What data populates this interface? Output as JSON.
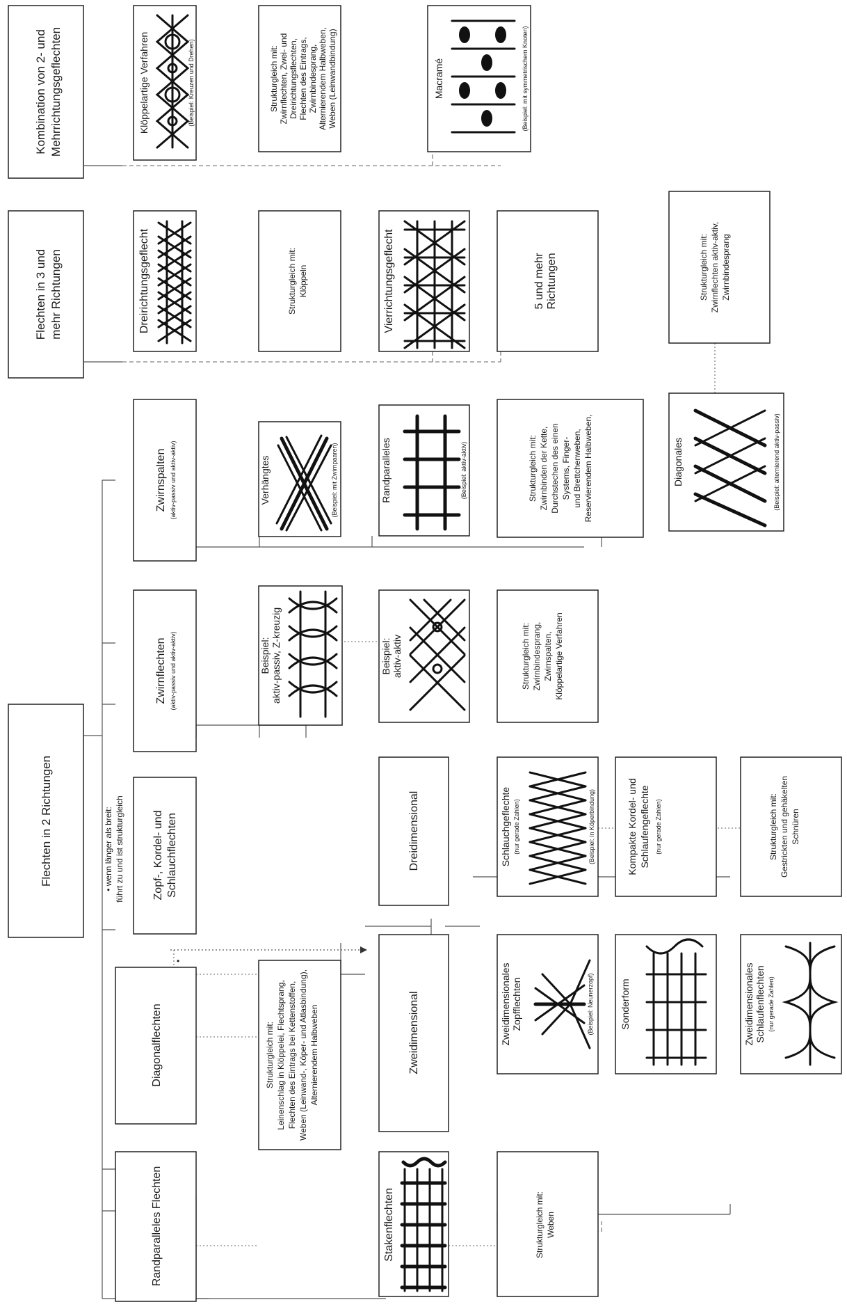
{
  "nodes": {
    "flechten_2": "Flechten in 2 Richtungen",
    "flechten_3": [
      "Flechten in 3 und",
      "mehr Richtungen"
    ],
    "kombination": [
      "Kombination von 2- und",
      "Mehrrichtungsgeflechten"
    ],
    "footnote": [
      "• wenn länger als breit:",
      "führt zu und ist strukturgleich"
    ],
    "randparalleles_flechten": "Randparalleles Flechten",
    "diagonalflechten": "Diagonalflechten",
    "zopf": [
      "Zopf-, Kordel- und",
      "Schlauchflechten"
    ],
    "zwirnflechten": "Zwirnflechten",
    "zwirnflechten_sub": "(aktiv-passiv und aktiv-aktiv)",
    "zwirnspalten": "Zwirnspalten",
    "zwirnspalten_sub": "(aktiv-passiv und aktiv-aktiv)",
    "dreirichtung": "Dreirichtungsgeflecht",
    "vierrichtung": "Vierrichtungsgeflecht",
    "fuenf": [
      "5 und mehr",
      "Richtungen"
    ],
    "kloeppel": "Klöppelartige Verfahren",
    "kloeppel_sub": "(Beispiel: Kreuzen und Drehen)",
    "macrame": "Macramé",
    "macrame_sub": "(Beispiel: mit symmetrischem Knoten)",
    "stakenflechten": "Stakenflechten",
    "zweidimensional": "Zweidimensional",
    "dreidimensional": "Dreidimensional",
    "zw_zopf": [
      "Zweidimensionales",
      "Zopfflechten"
    ],
    "zw_zopf_sub": "(Beispiel: Neunerzopf)",
    "sonderform": "Sonderform",
    "zw_schlaufen": [
      "Zweidimensionales",
      "Schlaufenflechten"
    ],
    "zw_schlaufen_sub": "(nur gerade Zahlen)",
    "schlauch": "Schlauchgeflechte",
    "schlauch_sub1": "(nur gerade Zahlen)",
    "schlauch_sub2": "(Beispiel: in Köperbindung)",
    "kompakte": [
      "Kompakte Kordel- und",
      "Schlaufengeflechte"
    ],
    "kompakte_sub": "(nur gerade Zahlen)",
    "zwf_ex1": [
      "Beispiel:",
      "aktiv-passiv, Z-kreuzig"
    ],
    "zwf_ex2": [
      "Beispiel:",
      "aktiv-aktiv"
    ],
    "verhaengtes": "Verhängtes",
    "verhaengtes_sub": "(Beispiel: mit Zwirnpaaren)",
    "randparalleles": "Randparalleles",
    "randparalleles_sub": "(Beispiel: aktiv-aktiv)",
    "diagonales": "Diagonales",
    "diagonales_sub": "(Beispiel: alternierend aktiv-passiv)",
    "star": "•"
  },
  "struktur": {
    "diag": [
      "Strukturgleich mit:",
      "Leinenschlag in Klöppelei, Flechtsprang,",
      "Flechten des Eintrags bei Kettenstoffen,",
      "Weben (Leinwand-, Köper- und Atlasbindung),",
      "Alternierendem Halbweben"
    ],
    "staken": [
      "Strukturgleich mit:",
      "Weben"
    ],
    "zwf": [
      "Strukturgleich mit:",
      "Zwirnbindesprang,",
      "Zwirnspalten,",
      "Klöppelartige Verfahren"
    ],
    "zws": [
      "Strukturgleich mit:",
      "Zwirnbinden der Kette,",
      "Durchstechen des einen",
      "Systems, Finger-",
      "und Brettchenweben,",
      "Reservierendem Halbweben,"
    ],
    "diagonales": [
      "Strukturgleich mit:",
      "Zwirnflechten aktiv-aktiv,",
      "Zwirnbindesprang"
    ],
    "dreirichtung": [
      "Strukturgleich mit:",
      "Klöppeln"
    ],
    "kombination": [
      "Strukturgleich mit:",
      "Zwirnflechten, Zwei- und",
      "Dreirichtungsflechten,",
      "Flechten des Eintrags,",
      "Zwirnbindesprang,",
      "Alternierendem Halbweben,",
      "Weben (Leinwandbindung)"
    ],
    "kompakte": [
      "Strukturgleich mit:",
      "Gestrickten und gehäkelten",
      "Schnüren"
    ]
  }
}
